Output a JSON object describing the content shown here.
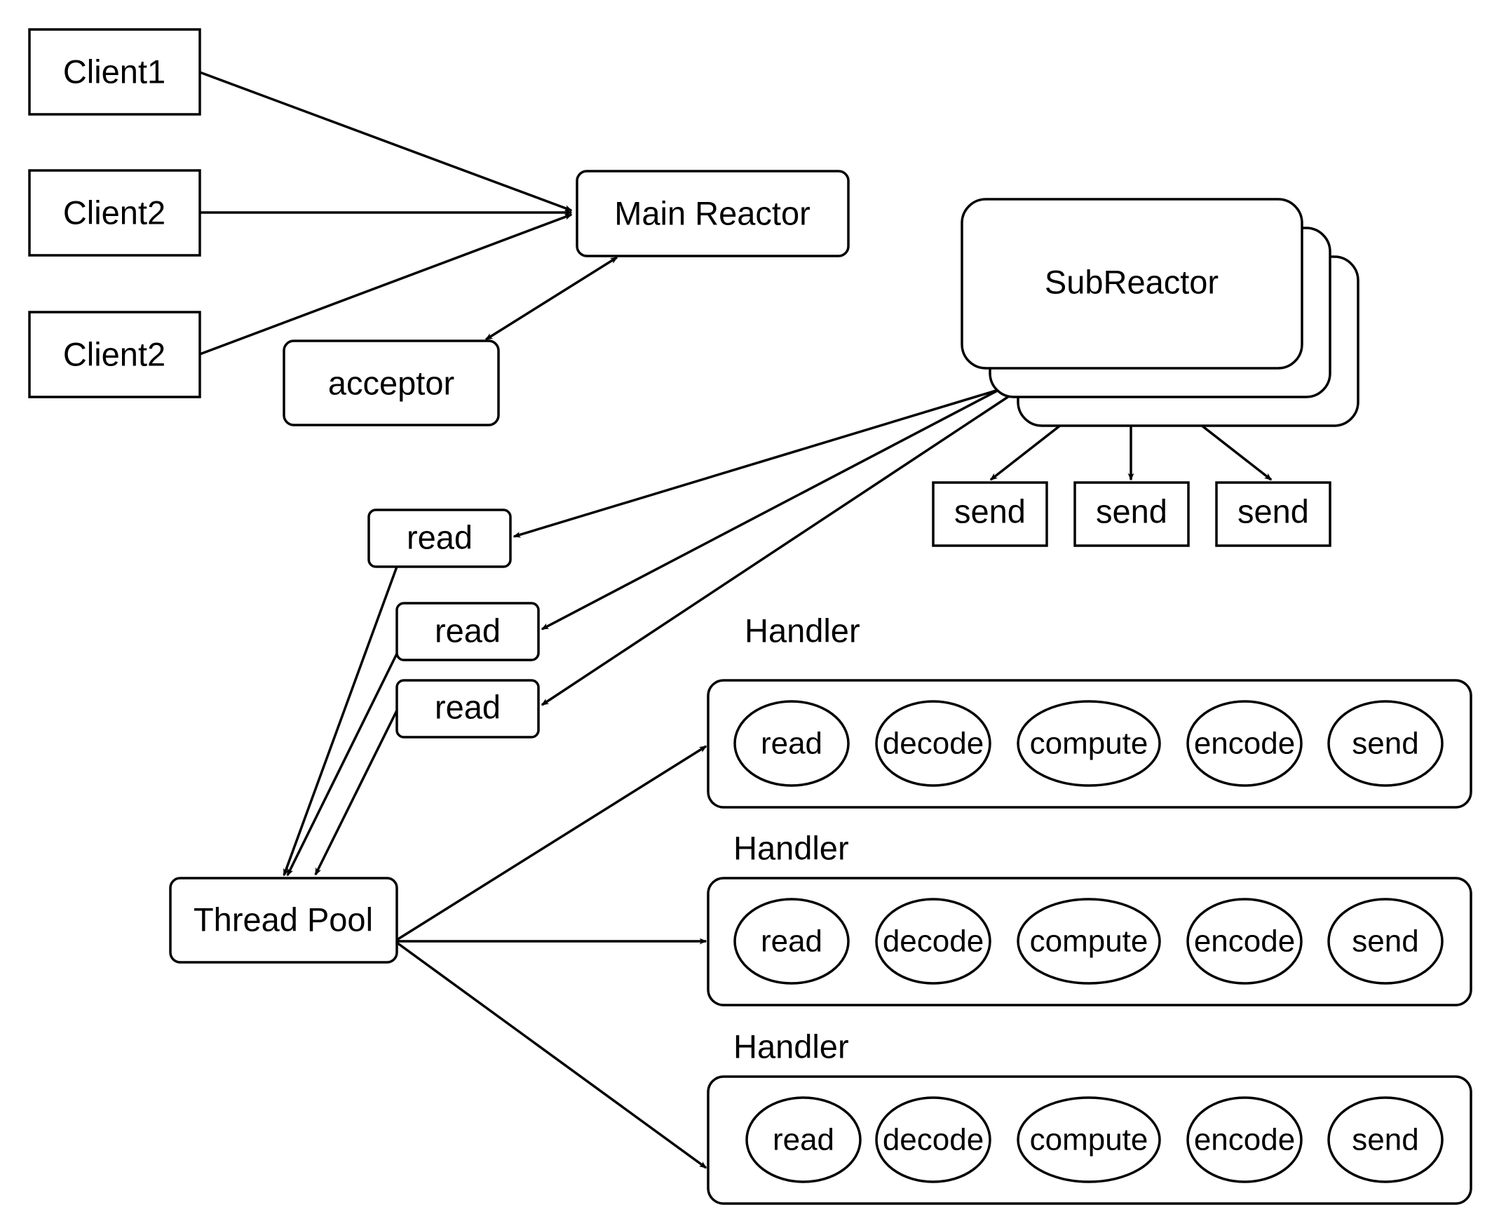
{
  "clients": [
    "Client1",
    "Client2",
    "Client2"
  ],
  "main_reactor": "Main Reactor",
  "acceptor": "acceptor",
  "sub_reactor": "SubReactor",
  "sends": [
    "send",
    "send",
    "send"
  ],
  "reads": [
    "read",
    "read",
    "read"
  ],
  "thread_pool": "Thread Pool",
  "handlers": [
    {
      "title": "Handler",
      "steps": [
        "read",
        "decode",
        "compute",
        "encode",
        "send"
      ]
    },
    {
      "title": "Handler",
      "steps": [
        "read",
        "decode",
        "compute",
        "encode",
        "send"
      ]
    },
    {
      "title": "Handler",
      "steps": [
        "read",
        "decode",
        "compute",
        "encode",
        "send"
      ]
    }
  ]
}
